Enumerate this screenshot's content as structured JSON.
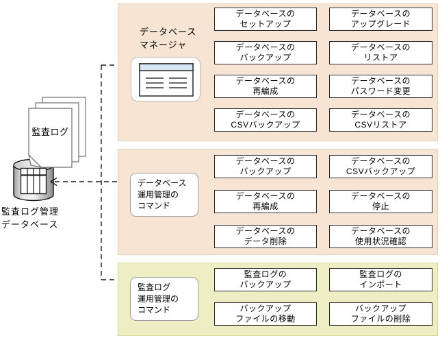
{
  "colors": {
    "panel_beige": "#f7e4d2",
    "panel_beige_border": "#ead0b6",
    "panel_green": "#eeeec5",
    "panel_green_border": "#d9d896",
    "command_box_border": "#2b2b2b",
    "window_titlebar_blue": "#d7e6f5",
    "connector_line": "#1a1a1a"
  },
  "left_figure": {
    "audit_log_label": "監査ログ",
    "audit_db_label_line1": "監査ログ管理",
    "audit_db_label_line2": "データベース"
  },
  "panels": [
    {
      "name": "database-manager",
      "label_lines": [
        "データベース",
        "マネージャ"
      ],
      "commands": [
        {
          "l1": "データベースの",
          "l2": "セットアップ"
        },
        {
          "l1": "データベースの",
          "l2": "アップグレード"
        },
        {
          "l1": "データベースの",
          "l2": "バックアップ"
        },
        {
          "l1": "データベースの",
          "l2": "リストア"
        },
        {
          "l1": "データベースの",
          "l2": "再編成"
        },
        {
          "l1": "データベースの",
          "l2": "パスワード変更"
        },
        {
          "l1": "データベースの",
          "l2": "CSVバックアップ"
        },
        {
          "l1": "データベースの",
          "l2": "CSVリストア"
        }
      ]
    },
    {
      "name": "database-operation-commands",
      "label_lines": [
        "データベース",
        "運用管理の",
        "コマンド"
      ],
      "commands": [
        {
          "l1": "データベースの",
          "l2": "バックアップ"
        },
        {
          "l1": "データベースの",
          "l2": "CSVバックアップ"
        },
        {
          "l1": "データベースの",
          "l2": "再編成"
        },
        {
          "l1": "データベースの",
          "l2": "停止"
        },
        {
          "l1": "データベースの",
          "l2": "データ削除"
        },
        {
          "l1": "データベースの",
          "l2": "使用状況確認"
        }
      ]
    },
    {
      "name": "audit-log-operation-commands",
      "label_lines": [
        "監査ログ",
        "運用管理の",
        "コマンド"
      ],
      "commands": [
        {
          "l1": "監査ログの",
          "l2": "バックアップ"
        },
        {
          "l1": "監査ログの",
          "l2": "インポート"
        },
        {
          "l1": "バックアップ",
          "l2": "ファイルの移動"
        },
        {
          "l1": "バックアップ",
          "l2": "ファイルの削除"
        }
      ]
    }
  ]
}
